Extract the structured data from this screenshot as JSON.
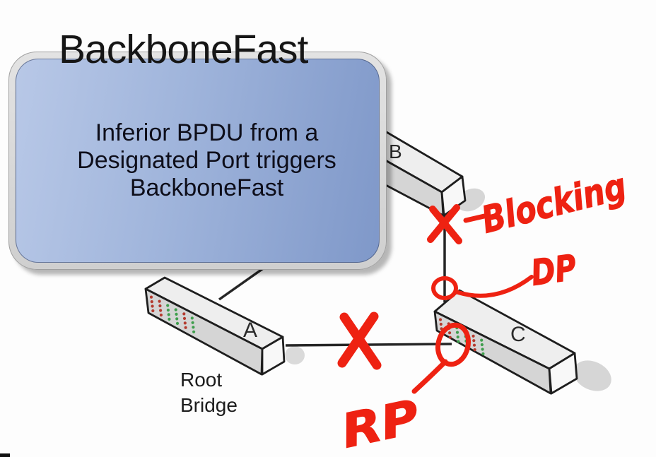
{
  "title": "BackboneFast",
  "callout": {
    "lines": [
      "Inferior BPDU from a",
      "Designated Port triggers",
      "BackboneFast"
    ]
  },
  "diagram": {
    "switch_a": {
      "label": "A"
    },
    "switch_b": {
      "label": "B"
    },
    "switch_c": {
      "label": "C"
    },
    "root_caption": [
      "Root",
      "Bridge"
    ]
  },
  "annotations": {
    "blocking": "Blocking",
    "dp": "DP",
    "rp": "RP",
    "ink_color": "#ee2212"
  },
  "leds": {
    "columns": [
      "#b43a2e",
      "#b43a2e",
      "#3f9e4d",
      "#3f9e4d",
      "#b43a2e",
      "#3f9e4d"
    ],
    "rows": 4
  }
}
